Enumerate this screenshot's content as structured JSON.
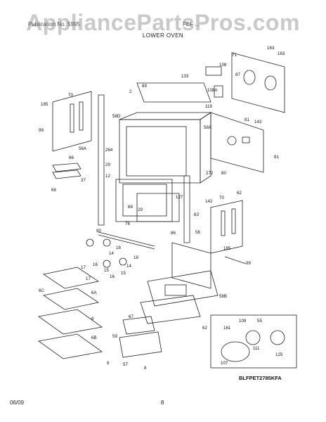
{
  "header": {
    "watermark": "AppliancePartsPros.com",
    "left_partial": "Publication No. 5995",
    "right_partial": "FEF ...",
    "section_title": "LOWER OVEN"
  },
  "model_code": "BLFPET2785KFA",
  "footer": {
    "date": "06/09",
    "page": "8"
  },
  "part_labels": [
    "163",
    "163",
    "71",
    "108",
    "133",
    "108A",
    "119",
    "87",
    "70",
    "89",
    "2",
    "185",
    "58D",
    "99",
    "58A",
    "81",
    "143",
    "264",
    "56A",
    "66",
    "29",
    "272",
    "80",
    "81",
    "12",
    "37",
    "68",
    "127",
    "62",
    "142",
    "88",
    "29",
    "83",
    "70",
    "76",
    "86",
    "90",
    "56",
    "18",
    "14",
    "18",
    "185",
    "17",
    "16",
    "15",
    "17",
    "16",
    "14",
    "15",
    "99",
    "6C",
    "6A",
    "6",
    "58B",
    "67",
    "6B",
    "59",
    "62",
    "161",
    "109",
    "55",
    "111",
    "125",
    "8",
    "57",
    "8",
    "107"
  ]
}
